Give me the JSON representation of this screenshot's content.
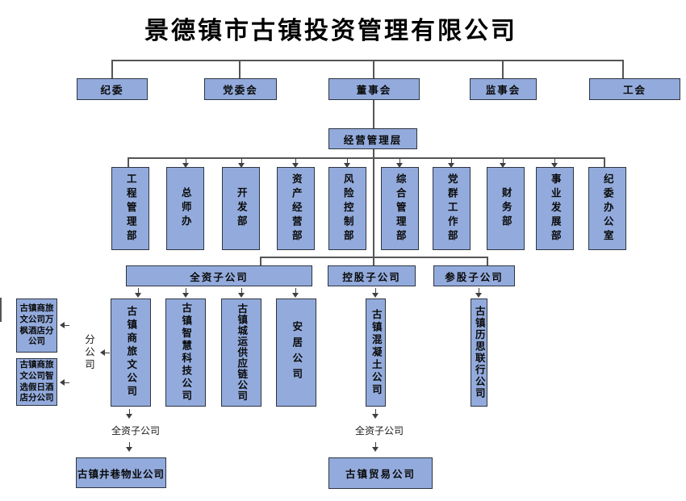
{
  "title": "景德镇市古镇投资管理有限公司",
  "top_row": [
    "纪委",
    "党委会",
    "董事会",
    "监事会",
    "工会"
  ],
  "management_layer": "经营管理层",
  "departments": [
    "工程管理部",
    "总师办",
    "开发部",
    "资产经营部",
    "风险控制部",
    "综合管理部",
    "党群工作部",
    "财务部",
    "事业发展部",
    "纪委办公室"
  ],
  "subsidiary_categories": [
    "全资子公司",
    "控股子公司",
    "参股子公司"
  ],
  "wholly_owned_subsidiaries": [
    "古镇商旅文公司",
    "古镇智慧科技公司",
    "古镇城运供应链公司",
    "安居公司"
  ],
  "holding_subsidiary": "古镇混凝土公司",
  "equity_subsidiary": "古镇历思联行公司",
  "branch_label": "分公司",
  "branches": [
    "古镇商旅文公司万枫酒店分公司",
    "古镇商旅文公司智选假日酒店分公司"
  ],
  "sub_chain_labels": [
    "全资子公司",
    "全资子公司"
  ],
  "grand_subsidiaries": [
    "古镇井巷物业公司",
    "古镇贸易公司"
  ],
  "colors": {
    "box_fill": "#93ABDC",
    "box_border": "#2E3440",
    "connector": "#555555",
    "text": "#000000"
  }
}
